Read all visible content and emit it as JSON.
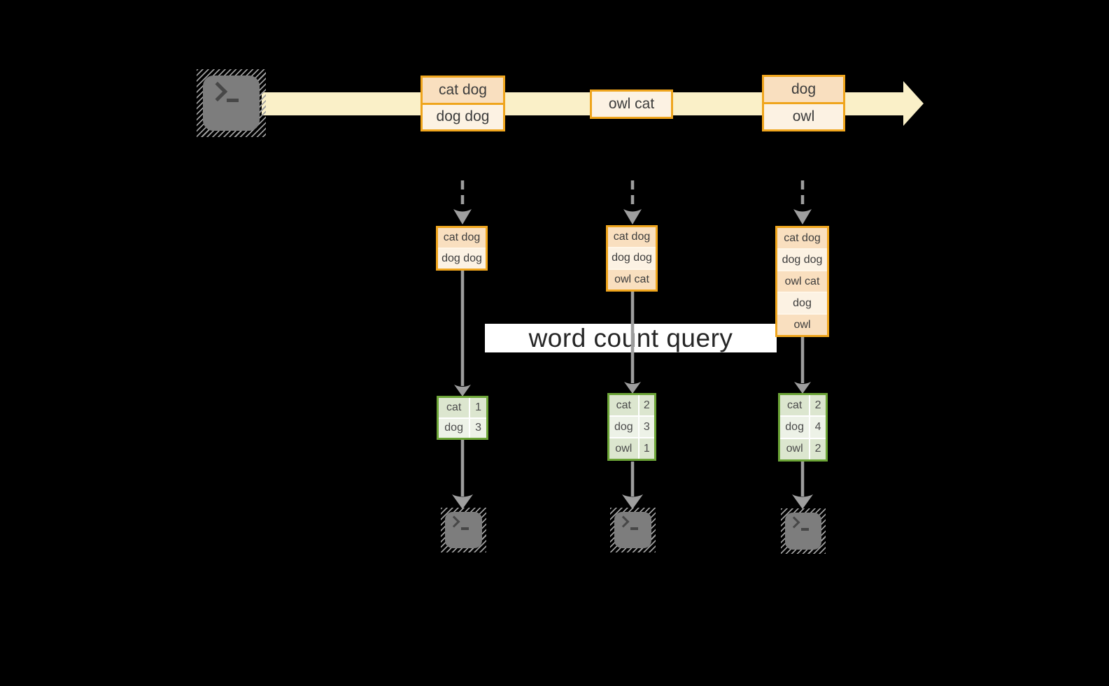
{
  "query_label": "word count query",
  "stream": {
    "events": [
      {
        "rows": [
          "cat dog",
          "dog dog"
        ]
      },
      {
        "rows": [
          "owl cat"
        ]
      },
      {
        "rows": [
          "dog",
          "owl"
        ]
      }
    ]
  },
  "columns": [
    {
      "buffer": [
        "cat dog",
        "dog dog"
      ],
      "counts": [
        {
          "word": "cat",
          "count": "1"
        },
        {
          "word": "dog",
          "count": "3"
        }
      ]
    },
    {
      "buffer": [
        "cat dog",
        "dog dog",
        "owl cat"
      ],
      "counts": [
        {
          "word": "cat",
          "count": "2"
        },
        {
          "word": "dog",
          "count": "3"
        },
        {
          "word": "owl",
          "count": "1"
        }
      ]
    },
    {
      "buffer": [
        "cat dog",
        "dog dog",
        "owl cat",
        "dog",
        "owl"
      ],
      "counts": [
        {
          "word": "cat",
          "count": "2"
        },
        {
          "word": "dog",
          "count": "4"
        },
        {
          "word": "owl",
          "count": "2"
        }
      ]
    }
  ],
  "icons": {
    "source": "terminal-icon",
    "sinks": [
      "terminal-icon",
      "terminal-icon",
      "terminal-icon"
    ]
  },
  "colors": {
    "background": "#000000",
    "stream_band": "#FAF0C8",
    "accent_orange": "#EFA51D",
    "fill_peach": "#F9DFBF",
    "fill_cream": "#FCF2E3",
    "accent_green": "#6CA437",
    "fill_sage": "#DCE6CF",
    "fill_sage_light": "#EDF2E7",
    "arrow_gray": "#9E9E9E",
    "terminal_gray": "#7D7D7D"
  }
}
